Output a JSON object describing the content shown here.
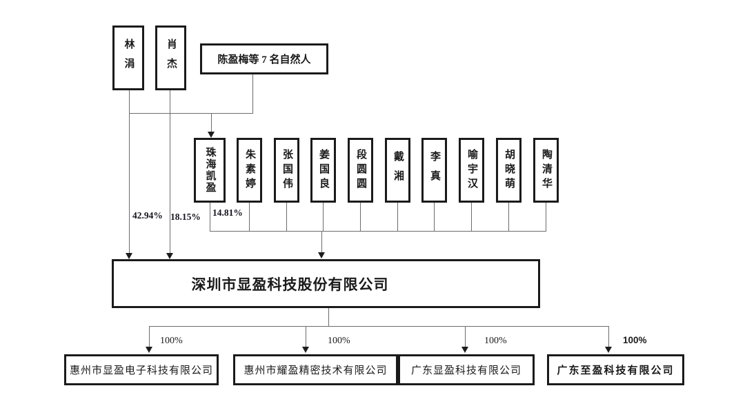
{
  "colors": {
    "border": "#1a1a1a",
    "line": "#6b6b6b",
    "text": "#1a1a1a",
    "background": "#ffffff"
  },
  "diagram": {
    "type": "equity-ownership-structure",
    "top_shareholders": {
      "lin": {
        "name": "林涓",
        "pct_in_parent": "42.94%"
      },
      "xiao": {
        "name": "肖杰",
        "pct_in_parent": "18.15%"
      },
      "chen_group": {
        "name": "陈盈梅等 7 名自然人"
      }
    },
    "middle_row": {
      "kaiying_pct_in_parent": "14.81%",
      "names": [
        "珠海凯盈",
        "朱素婷",
        "张国伟",
        "姜国良",
        "段圆圆",
        "戴湘",
        "李真",
        "喻宇汉",
        "胡晓萌",
        "陶清华"
      ]
    },
    "parent_company": {
      "name": "深圳市显盈科技股份有限公司"
    },
    "subsidiaries": [
      {
        "name": "惠州市显盈电子科技有限公司",
        "pct": "100%"
      },
      {
        "name": "惠州市耀盈精密技术有限公司",
        "pct": "100%"
      },
      {
        "name": "广东显盈科技有限公司",
        "pct": "100%"
      },
      {
        "name": "广东至盈科技有限公司",
        "pct": "100%"
      }
    ]
  }
}
